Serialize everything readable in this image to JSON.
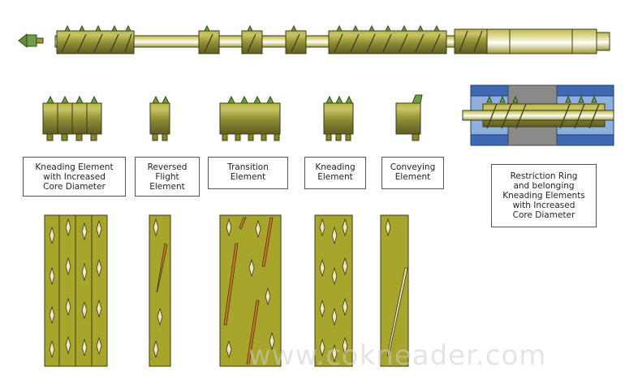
{
  "colors": {
    "olive": "#a8a52c",
    "olive_dark": "#8a8722",
    "olive_light": "#c9c66a",
    "lens": "#ebe9bc",
    "outline": "#3a3a1a",
    "orange": "#d8751c",
    "green": "#5e8f3a",
    "barrel_blue": "#3f69b3",
    "barrel_light": "#8fb0dc"
  },
  "labels": {
    "kneading_increased": "Kneading Element\nwith Increased\nCore Diameter",
    "reversed_flight": "Reversed\nFlight\nElement",
    "transition": "Transition\nElement",
    "kneading": "Kneading\nElement",
    "conveying": "Conveying\nElement",
    "restriction_ring": "Restriction Ring\nand belonging\nKneading Elements\nwith Increased\nCore Diameter"
  },
  "watermark": "www.cokneader.com"
}
